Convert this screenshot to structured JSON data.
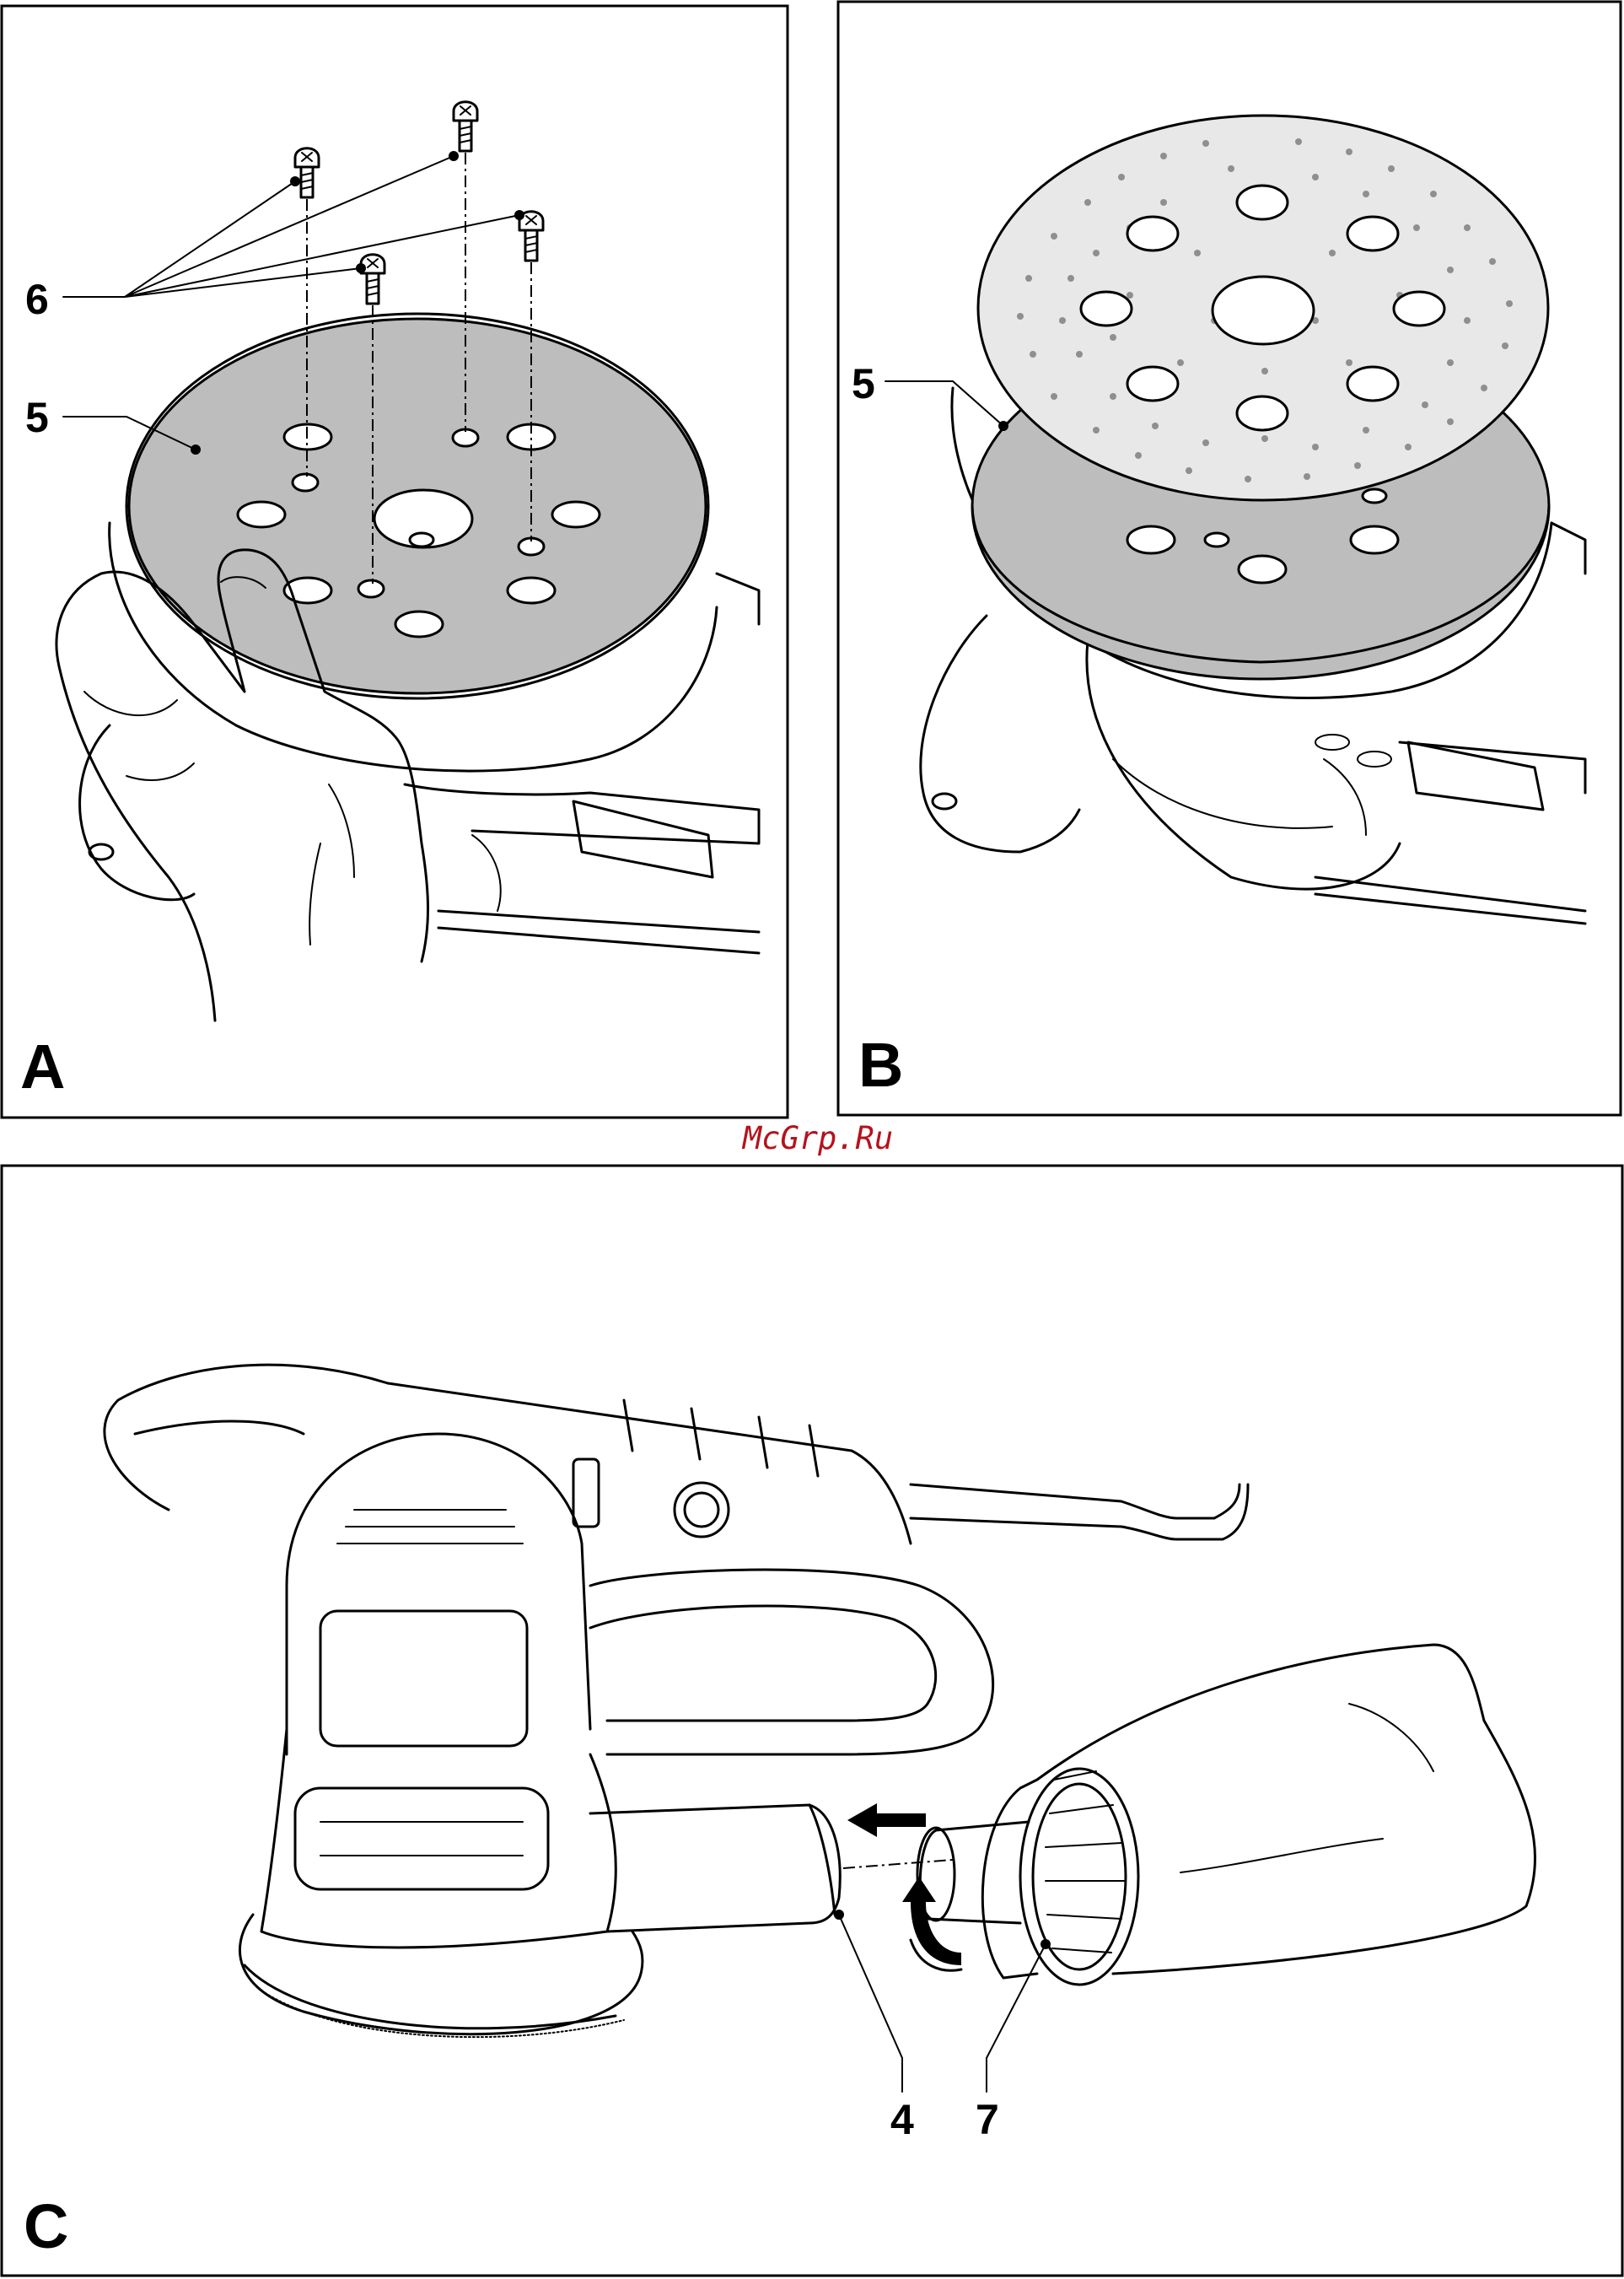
{
  "watermark": {
    "text": "McGrp.Ru",
    "color": "#b5121b"
  },
  "colors": {
    "pad_gray": "#bdbdbd",
    "sheet_gray": "#e8e8e8",
    "grit": "#8f8f8f",
    "line": "#000000"
  },
  "panels": [
    {
      "letter": "A",
      "callouts": [
        {
          "label": "6",
          "target": "pad-screws"
        },
        {
          "label": "5",
          "target": "sanding-pad"
        }
      ]
    },
    {
      "letter": "B",
      "callouts": [
        {
          "label": "5",
          "target": "sanding-pad"
        }
      ]
    },
    {
      "letter": "C",
      "callouts": [
        {
          "label": "4",
          "target": "dust-outlet"
        },
        {
          "label": "7",
          "target": "dust-bag-adapter"
        }
      ]
    }
  ]
}
